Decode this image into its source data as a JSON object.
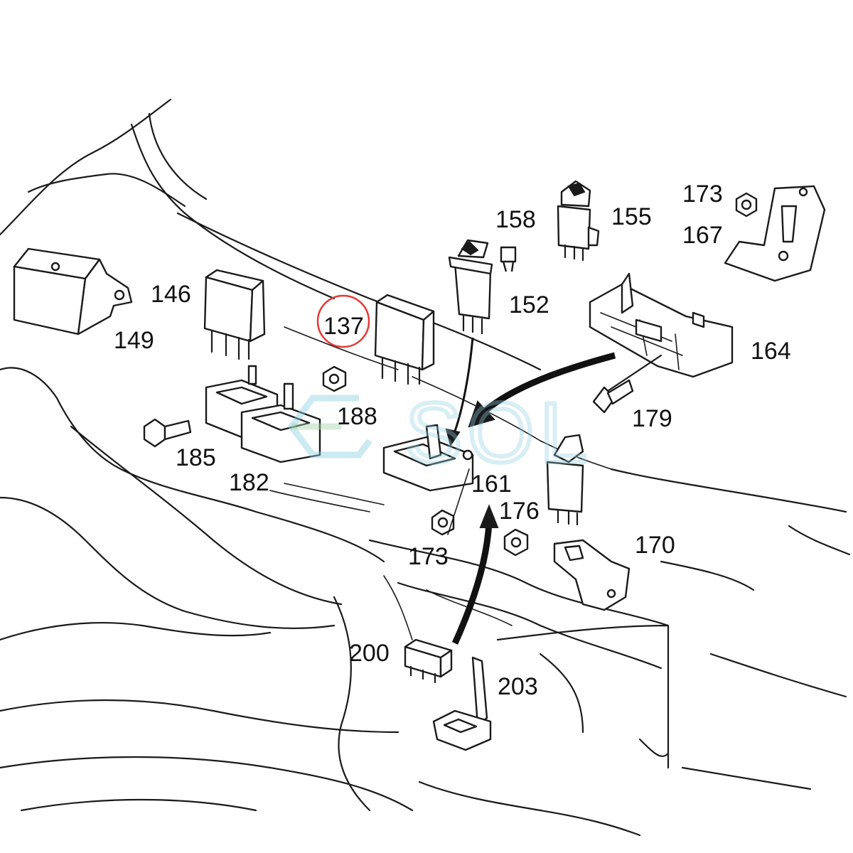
{
  "diagram": {
    "callouts": [
      {
        "id": "c137",
        "label": "137",
        "highlighted": true
      },
      {
        "id": "c146",
        "label": "146"
      },
      {
        "id": "c149",
        "label": "149"
      },
      {
        "id": "c152",
        "label": "152"
      },
      {
        "id": "c155",
        "label": "155"
      },
      {
        "id": "c158",
        "label": "158"
      },
      {
        "id": "c161",
        "label": "161"
      },
      {
        "id": "c164",
        "label": "164"
      },
      {
        "id": "c167",
        "label": "167"
      },
      {
        "id": "c170",
        "label": "170"
      },
      {
        "id": "c173a",
        "label": "173"
      },
      {
        "id": "c173b",
        "label": "173"
      },
      {
        "id": "c176",
        "label": "176"
      },
      {
        "id": "c179",
        "label": "179"
      },
      {
        "id": "c182",
        "label": "182"
      },
      {
        "id": "c185",
        "label": "185"
      },
      {
        "id": "c188",
        "label": "188"
      },
      {
        "id": "c200",
        "label": "200"
      },
      {
        "id": "c203",
        "label": "203"
      }
    ],
    "highlight_color": "#e53935",
    "line_color": "#1a1a1a"
  },
  "watermark": {
    "text": "SOL",
    "colors": [
      "#8fd0e0",
      "#7ab6e8",
      "#9fd8a8"
    ]
  }
}
